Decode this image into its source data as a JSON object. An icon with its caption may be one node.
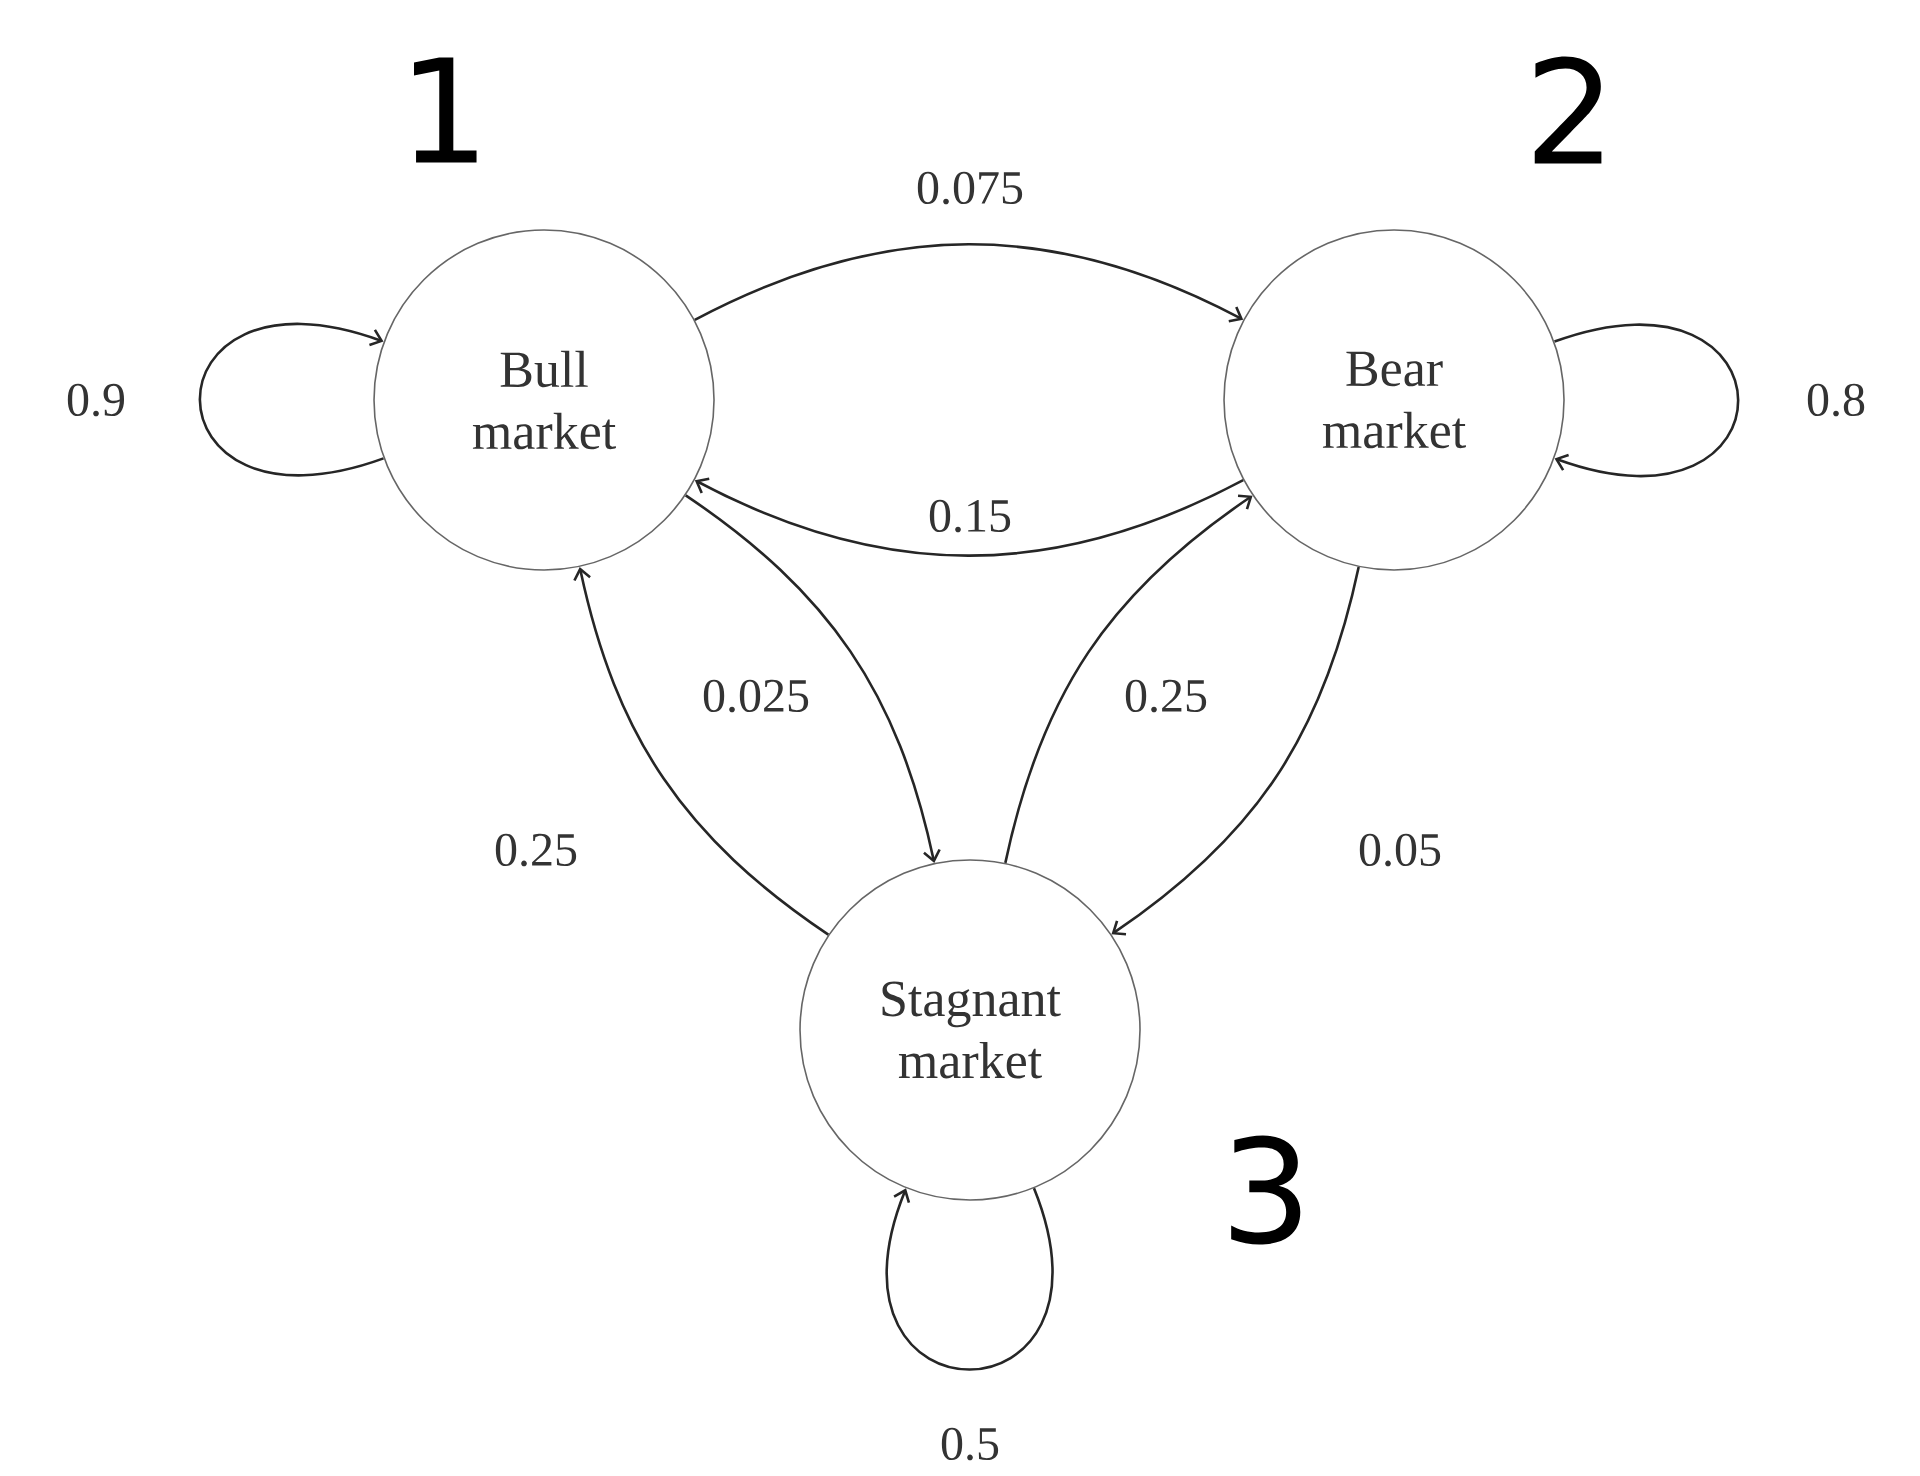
{
  "diagram": {
    "nodes": [
      {
        "text": [
          "Bull market"
        ]
      },
      {
        "text": [
          "Bear market"
        ]
      },
      {
        "text": [
          "Stagnant market"
        ]
      }
    ],
    "edges": [
      {
        "from": 0,
        "to": 1,
        "arrow": "to",
        "label": "0.075"
      },
      {
        "from": 1,
        "to": 0,
        "arrow": "to",
        "label": "0.15"
      },
      {
        "from": 0,
        "to": 2,
        "arrow": "to",
        "label": "0.025"
      },
      {
        "from": 2,
        "to": 1,
        "arrow": "to",
        "label": "0.25"
      },
      {
        "from": 2,
        "to": 0,
        "arrow": "to",
        "label": "0.25"
      },
      {
        "from": 1,
        "to": 2,
        "arrow": "to",
        "label": "0.05"
      },
      {
        "from": 0,
        "to": 0,
        "arrow": "to",
        "label": "0.9"
      },
      {
        "from": 1,
        "to": 1,
        "arrow": "to",
        "label": "0.8"
      },
      {
        "from": 2,
        "to": 2,
        "arrow": "to",
        "label": "0.5"
      }
    ],
    "labels": [
      "1",
      "2",
      "3"
    ]
  }
}
